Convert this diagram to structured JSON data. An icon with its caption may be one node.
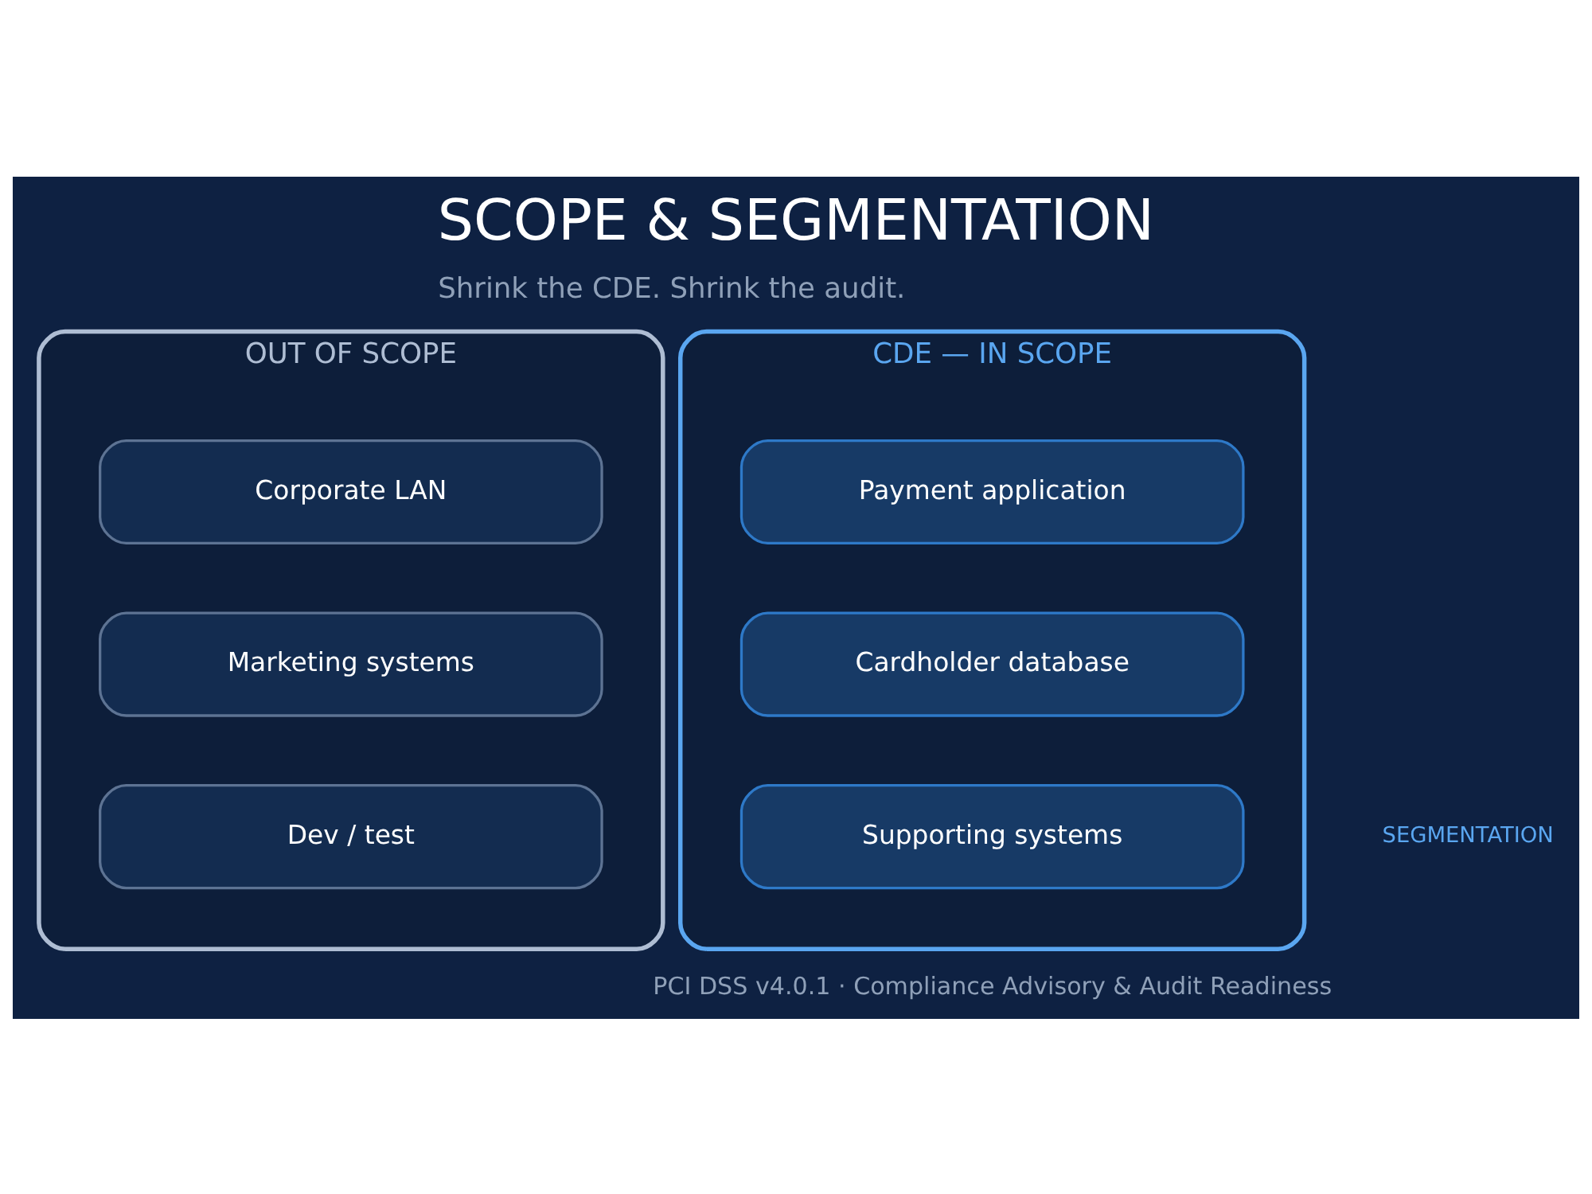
{
  "diagram": {
    "title": "SCOPE & SEGMENTATION",
    "nodes": [
      {
        "text": [
          "OUT OF SCOPE"
        ]
      },
      {
        "text": [
          "Corporate LAN"
        ],
        "in": 0
      },
      {
        "text": [
          "Marketing systems"
        ],
        "in": 0
      },
      {
        "text": [
          "Dev / test"
        ],
        "in": 0
      },
      {
        "text": [
          "CDE — IN SCOPE"
        ]
      },
      {
        "text": [
          "Payment application"
        ],
        "in": 4
      },
      {
        "text": [
          "Cardholder database"
        ],
        "in": 4
      },
      {
        "text": [
          "Supporting systems"
        ],
        "in": 4
      }
    ],
    "labels": [
      "Shrink the CDE. Shrink the audit.",
      "SEGMENTATION",
      "PCI DSS v4.0.1 · Compliance Advisory & Audit Readiness"
    ]
  }
}
